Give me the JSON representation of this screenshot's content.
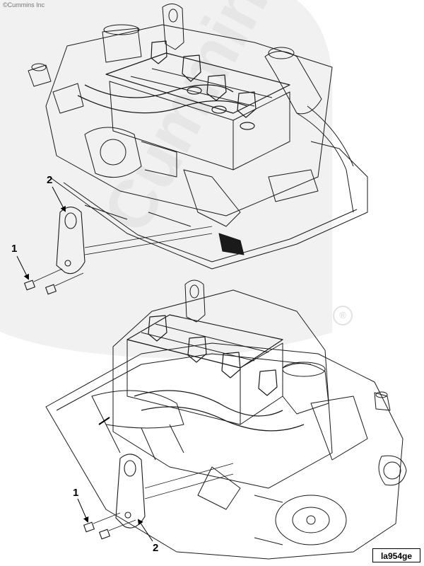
{
  "copyright": "©Cummins Inc",
  "watermark": {
    "text": "Cummins",
    "mark": "®"
  },
  "callouts": {
    "top_bolt": "1",
    "top_bracket": "2",
    "bottom_bolt": "1",
    "bottom_bracket": "2"
  },
  "figure_id": "la954ge",
  "icons": [
    "engine-top-view-illustration",
    "engine-bottom-view-illustration",
    "lifting-bracket-icon",
    "bolt-icon",
    "leader-arrow-icon"
  ],
  "colors": {
    "line": "#1a1a1a",
    "watermark": "#ececec",
    "background": "#ffffff"
  }
}
